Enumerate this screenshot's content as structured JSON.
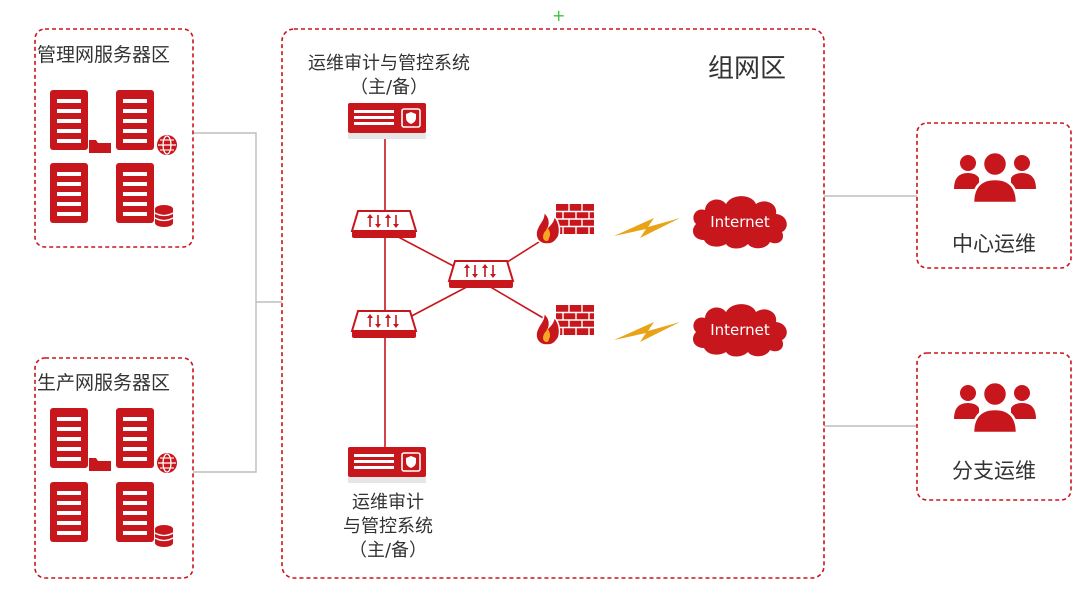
{
  "colors": {
    "accent": "#c8161d",
    "zone_border": "#c8161d",
    "line": "#bdbdbd",
    "bolt": "#e8a317",
    "text": "#333333"
  },
  "zones": {
    "mgmt": {
      "title": "管理网服务器区"
    },
    "prod": {
      "title": "生产网服务器区"
    },
    "network": {
      "title": "组网区"
    },
    "center_ops": {
      "title": "中心运维"
    },
    "branch_ops": {
      "title": "分支运维"
    }
  },
  "devices": {
    "audit_top": {
      "line1": "运维审计与管控系统",
      "line2": "（主/备）"
    },
    "audit_bottom": {
      "line1": "运维审计",
      "line2": "与管控系统",
      "line3": "（主/备）"
    }
  },
  "clouds": [
    {
      "label": "Internet"
    },
    {
      "label": "Internet"
    }
  ],
  "icons": {
    "server": "server-icon",
    "folder": "folder-icon",
    "globe": "globe-icon",
    "database": "database-icon",
    "router": "router-icon",
    "firewall": "firewall-icon",
    "lightning": "lightning-icon",
    "cloud": "cloud-icon",
    "users": "users-icon",
    "appliance": "security-appliance-icon"
  }
}
